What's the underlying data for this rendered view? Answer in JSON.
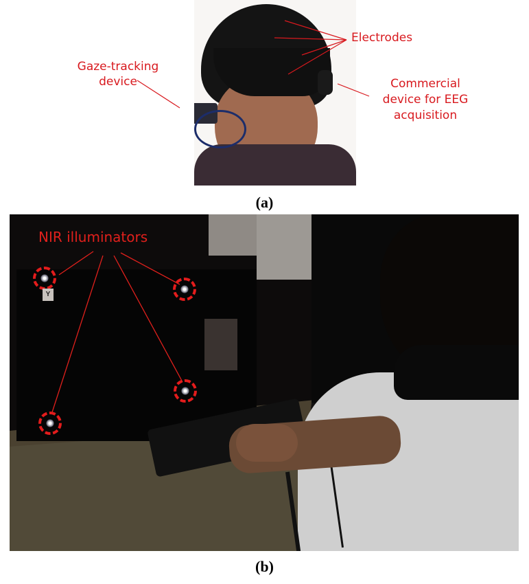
{
  "figure": {
    "panel_a": {
      "caption": "(a)",
      "labels": {
        "electrodes": "Electrodes",
        "gaze_device_line1": "Gaze-tracking",
        "gaze_device_line2": "device",
        "eeg_line1": "Commercial",
        "eeg_line2": "device for EEG",
        "eeg_line3": "acquisition"
      }
    },
    "panel_b": {
      "caption": "(b)",
      "labels": {
        "nir": "NIR illuminators",
        "tag": "Y"
      }
    },
    "annotation_color": "#d8191e"
  }
}
